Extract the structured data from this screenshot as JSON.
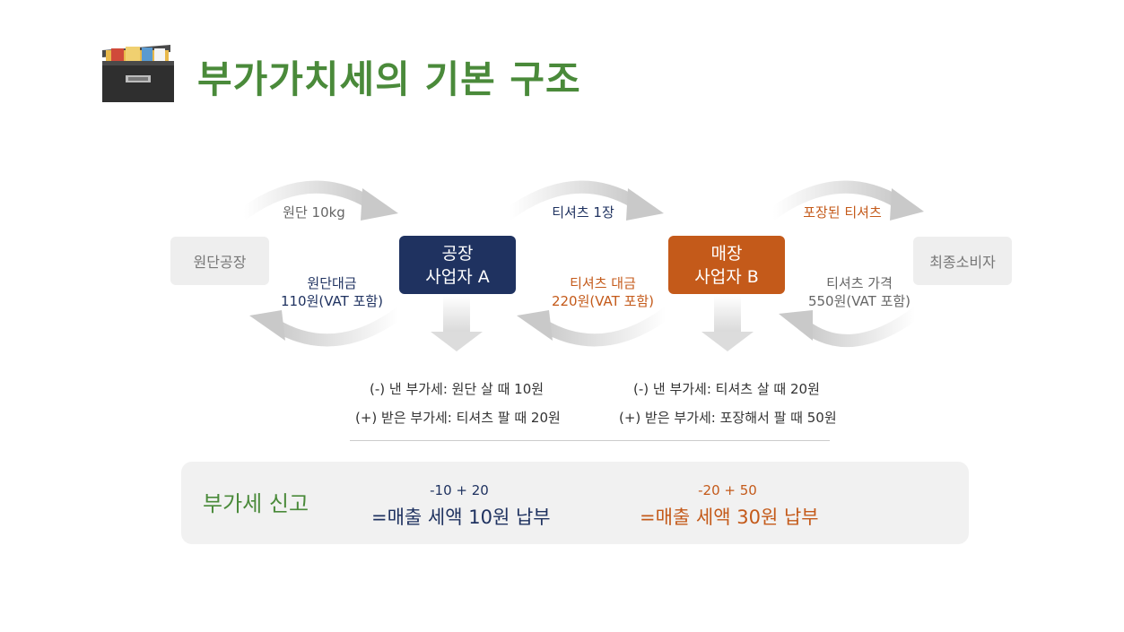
{
  "page": {
    "title": "부가가치세의 기본 구조"
  },
  "entities": {
    "origin": "원단공장",
    "factory": {
      "line1": "공장",
      "line2": "사업자 A"
    },
    "store": {
      "line1": "매장",
      "line2": "사업자 B"
    },
    "consumer": "최종소비자"
  },
  "flows": {
    "goods1": "원단 10kg",
    "goods2": "티셔츠 1장",
    "goods3": "포장된 티셔츠",
    "pay1": {
      "line1": "원단대금",
      "line2": "110원(VAT 포함)"
    },
    "pay2": {
      "line1": "티셔츠 대금",
      "line2": "220원(VAT 포함)"
    },
    "pay3": {
      "line1": "티셔츠 가격",
      "line2": "550원(VAT 포함)"
    }
  },
  "notes": {
    "a_paid": "(-) 낸 부가세: 원단 살 때 10원",
    "a_received": "(+) 받은 부가세: 티셔츠 팔 때 20원",
    "b_paid": "(-) 낸 부가세: 티셔츠 살 때 20원",
    "b_received": "(+) 받은 부가세: 포장해서 팔 때 50원"
  },
  "report": {
    "title": "부가세 신고",
    "a_calc": "-10 + 20",
    "a_result": "=매출 세액 10원 납부",
    "b_calc": "-20 + 50",
    "b_result": "=매출 세액 30원 납부"
  },
  "colors": {
    "accent_green": "#4a8a3a",
    "navy": "#1f3260",
    "orange": "#c45a1a",
    "arrow_grey": "#c9c9c9"
  },
  "icons": {
    "cabinet": "file-cabinet-icon"
  }
}
